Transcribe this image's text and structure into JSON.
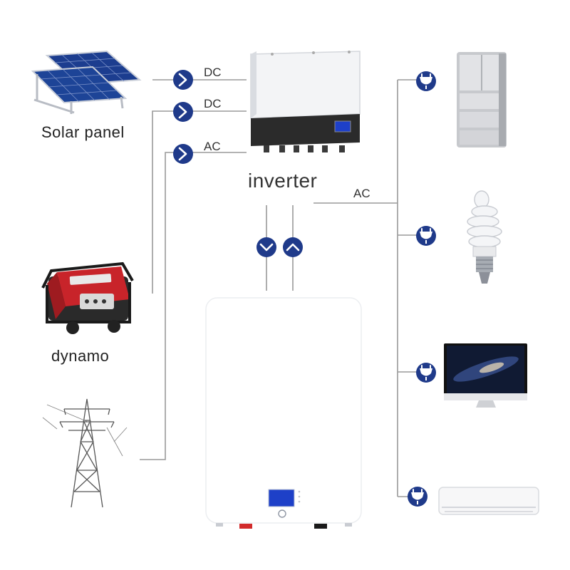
{
  "sources": {
    "solar_panel": "Solar panel",
    "dynamo": "dynamo"
  },
  "connections": {
    "solar_to_inverter": "DC",
    "dynamo_to_inverter": "DC",
    "grid_to_inverter": "AC",
    "inverter_to_loads": "AC"
  },
  "center": {
    "inverter": "inverter"
  },
  "colors": {
    "connector_blue": "#1f3a8a",
    "line_gray": "#9a9a9a",
    "battery_screen": "#1e40c8",
    "terminal_red": "#d22b2b",
    "inverter_dark": "#2b2b2b"
  }
}
